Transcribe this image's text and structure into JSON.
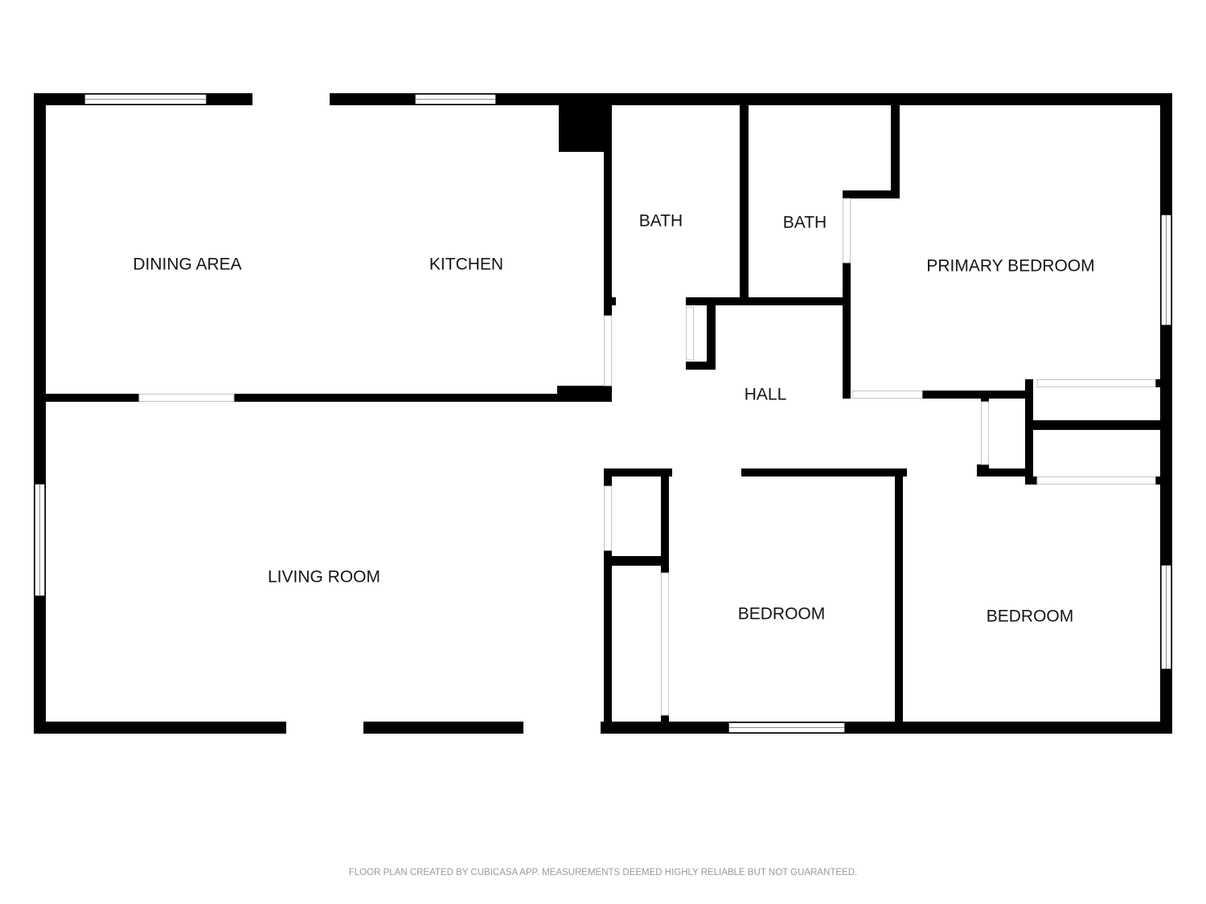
{
  "plan": {
    "rooms": {
      "dining_area": "DINING AREA",
      "kitchen": "KITCHEN",
      "bath_1": "BATH",
      "bath_2": "BATH",
      "primary_bedroom": "PRIMARY BEDROOM",
      "hall": "HALL",
      "living_room": "LIVING ROOM",
      "bedroom_1": "BEDROOM",
      "bedroom_2": "BEDROOM"
    },
    "footer": "FLOOR PLAN CREATED BY CUBICASA APP. MEASUREMENTS DEEMED HIGHLY RELIABLE BUT NOT GUARANTEED.",
    "colors": {
      "wall": "#000000",
      "background": "#ffffff",
      "footer_text": "#9a9a9a"
    }
  }
}
